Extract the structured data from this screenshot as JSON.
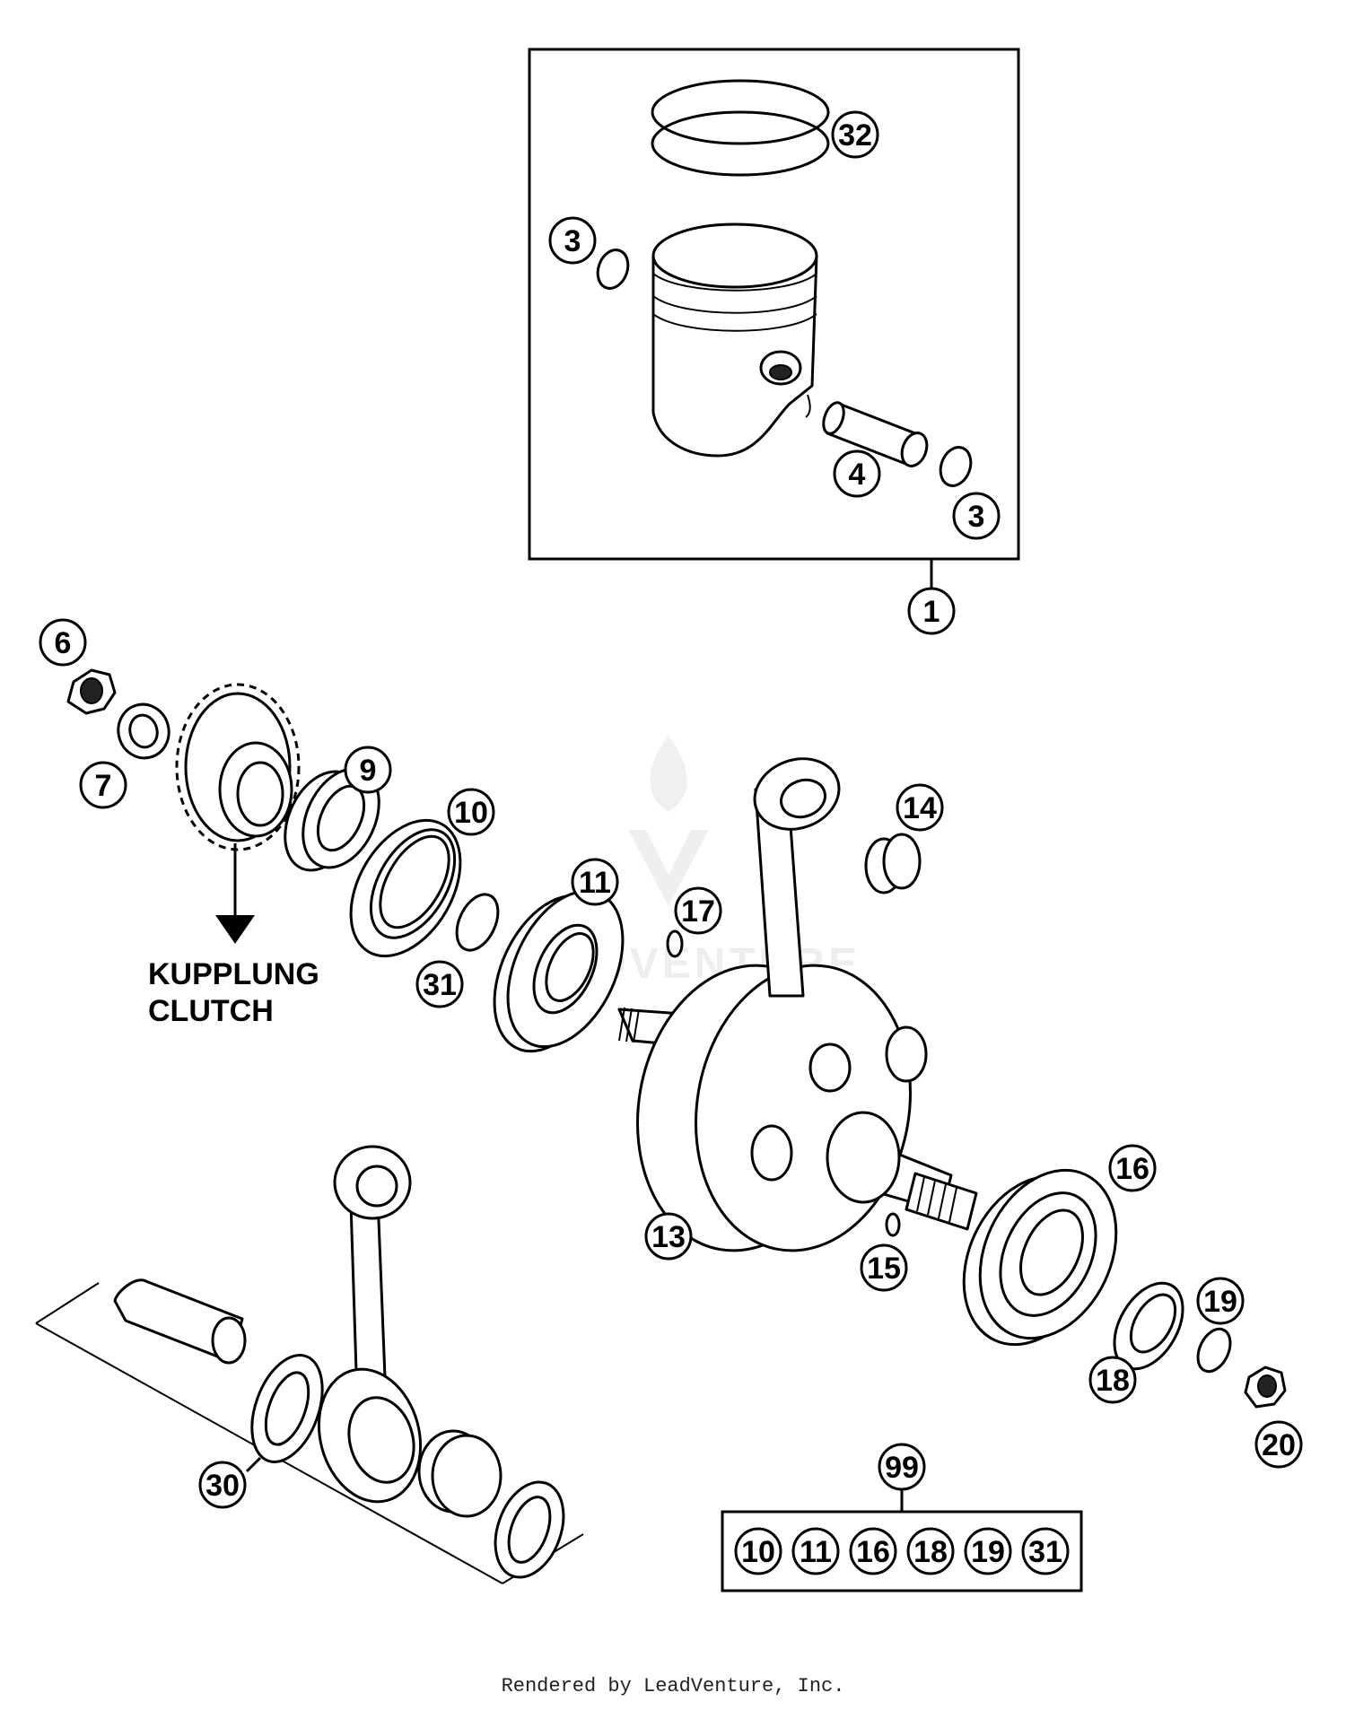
{
  "callouts": [
    {
      "id": "c32",
      "label": "32"
    },
    {
      "id": "c3a",
      "label": "3"
    },
    {
      "id": "c4",
      "label": "4"
    },
    {
      "id": "c3b",
      "label": "3"
    },
    {
      "id": "c1",
      "label": "1"
    },
    {
      "id": "c6",
      "label": "6"
    },
    {
      "id": "c7",
      "label": "7"
    },
    {
      "id": "c9",
      "label": "9"
    },
    {
      "id": "c10",
      "label": "10"
    },
    {
      "id": "c11",
      "label": "11"
    },
    {
      "id": "c14",
      "label": "14"
    },
    {
      "id": "c17",
      "label": "17"
    },
    {
      "id": "c31",
      "label": "31"
    },
    {
      "id": "c13",
      "label": "13"
    },
    {
      "id": "c16",
      "label": "16"
    },
    {
      "id": "c15",
      "label": "15"
    },
    {
      "id": "c19",
      "label": "19"
    },
    {
      "id": "c18",
      "label": "18"
    },
    {
      "id": "c20",
      "label": "20"
    },
    {
      "id": "c30",
      "label": "30"
    },
    {
      "id": "c99",
      "label": "99"
    }
  ],
  "kit_99_items": [
    "10",
    "11",
    "16",
    "18",
    "19",
    "31"
  ],
  "clutch_label": {
    "line1": "KUPPLUNG",
    "line2": "CLUTCH"
  },
  "watermark_text": "LEADVENTURE",
  "footer": "Rendered by LeadVenture, Inc."
}
